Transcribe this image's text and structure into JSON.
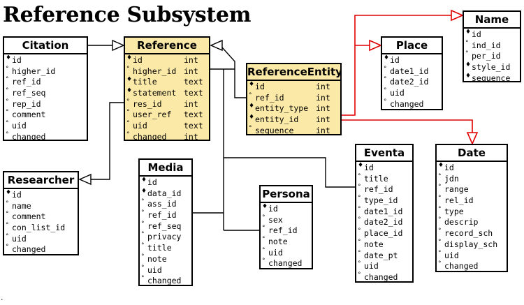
{
  "diagram": {
    "title": "Reference Subsystem",
    "footnote": "."
  },
  "entities": {
    "citation": {
      "name": "Citation",
      "fields": [
        {
          "mark": "♦",
          "name": "id"
        },
        {
          "mark": "°",
          "name": "higher_id"
        },
        {
          "mark": "°",
          "name": "ref_id"
        },
        {
          "mark": "°",
          "name": "ref_seq"
        },
        {
          "mark": "°",
          "name": "rep_id"
        },
        {
          "mark": "°",
          "name": "comment"
        },
        {
          "mark": "°",
          "name": "uid"
        },
        {
          "mark": "°",
          "name": "changed"
        }
      ]
    },
    "reference": {
      "name": "Reference",
      "fields": [
        {
          "mark": "♦",
          "name": "id",
          "type": "int"
        },
        {
          "mark": "°",
          "name": "higher_id",
          "type": "int"
        },
        {
          "mark": "♦",
          "name": "title",
          "type": "text"
        },
        {
          "mark": "♦",
          "name": "statement",
          "type": "text"
        },
        {
          "mark": "°",
          "name": "res_id",
          "type": "int"
        },
        {
          "mark": "°",
          "name": "user_ref",
          "type": "text"
        },
        {
          "mark": "°",
          "name": "uid",
          "type": "text"
        },
        {
          "mark": "°",
          "name": "changed",
          "type": "int"
        }
      ]
    },
    "reference_entity": {
      "name": "ReferenceEntity",
      "fields": [
        {
          "mark": "♦",
          "name": "id",
          "type": "int"
        },
        {
          "mark": "°",
          "name": "ref_id",
          "type": "int"
        },
        {
          "mark": "♦",
          "name": "entity_type",
          "type": "int"
        },
        {
          "mark": "♦",
          "name": "entity_id",
          "type": "int"
        },
        {
          "mark": "°",
          "name": "sequence",
          "type": "int"
        }
      ]
    },
    "place": {
      "name": "Place",
      "fields": [
        {
          "mark": "♦",
          "name": "id"
        },
        {
          "mark": "°",
          "name": "date1_id"
        },
        {
          "mark": "°",
          "name": "date2_id"
        },
        {
          "mark": "°",
          "name": "uid"
        },
        {
          "mark": "°",
          "name": "changed"
        }
      ]
    },
    "name": {
      "name": "Name",
      "fields": [
        {
          "mark": "♦",
          "name": "id"
        },
        {
          "mark": "°",
          "name": "ind_id"
        },
        {
          "mark": "°",
          "name": "per_id"
        },
        {
          "mark": "♦",
          "name": "style_id"
        },
        {
          "mark": "♦",
          "name": "sequence"
        }
      ]
    },
    "researcher": {
      "name": "Researcher",
      "fields": [
        {
          "mark": "♦",
          "name": "id"
        },
        {
          "mark": "°",
          "name": "name"
        },
        {
          "mark": "°",
          "name": "comment"
        },
        {
          "mark": "°",
          "name": "con_list_id"
        },
        {
          "mark": "°",
          "name": "uid"
        },
        {
          "mark": "°",
          "name": "changed"
        }
      ]
    },
    "media": {
      "name": "Media",
      "fields": [
        {
          "mark": "♦",
          "name": "id"
        },
        {
          "mark": "♦",
          "name": "data_id"
        },
        {
          "mark": "°",
          "name": "ass_id"
        },
        {
          "mark": "°",
          "name": "ref_id"
        },
        {
          "mark": "°",
          "name": "ref_seq"
        },
        {
          "mark": "°",
          "name": "privacy"
        },
        {
          "mark": "°",
          "name": "title"
        },
        {
          "mark": "°",
          "name": "note"
        },
        {
          "mark": "°",
          "name": "uid"
        },
        {
          "mark": "°",
          "name": "changed"
        }
      ]
    },
    "persona": {
      "name": "Persona",
      "fields": [
        {
          "mark": "♦",
          "name": "id"
        },
        {
          "mark": "°",
          "name": "sex"
        },
        {
          "mark": "°",
          "name": "ref_id"
        },
        {
          "mark": "°",
          "name": "note"
        },
        {
          "mark": "°",
          "name": "uid"
        },
        {
          "mark": "°",
          "name": "changed"
        }
      ]
    },
    "eventa": {
      "name": "Eventa",
      "fields": [
        {
          "mark": "♦",
          "name": "id"
        },
        {
          "mark": "°",
          "name": "title"
        },
        {
          "mark": "°",
          "name": "ref_id"
        },
        {
          "mark": "°",
          "name": "type_id"
        },
        {
          "mark": "°",
          "name": "date1_id"
        },
        {
          "mark": "°",
          "name": "date2_id"
        },
        {
          "mark": "°",
          "name": "place_id"
        },
        {
          "mark": "°",
          "name": "note"
        },
        {
          "mark": "°",
          "name": "date_pt"
        },
        {
          "mark": "°",
          "name": "uid"
        },
        {
          "mark": "°",
          "name": "changed"
        }
      ]
    },
    "date": {
      "name": "Date",
      "fields": [
        {
          "mark": "♦",
          "name": "id"
        },
        {
          "mark": "°",
          "name": "jdn"
        },
        {
          "mark": "°",
          "name": "range"
        },
        {
          "mark": "°",
          "name": "rel_id"
        },
        {
          "mark": "°",
          "name": "type"
        },
        {
          "mark": "°",
          "name": "descrip"
        },
        {
          "mark": "°",
          "name": "record_sch"
        },
        {
          "mark": "°",
          "name": "display_sch"
        },
        {
          "mark": "°",
          "name": "uid"
        },
        {
          "mark": "°",
          "name": "changed"
        }
      ]
    }
  },
  "colors": {
    "highlight_fill": "#fbe9a7",
    "red_link": "#e00000",
    "black_link": "#000000"
  }
}
